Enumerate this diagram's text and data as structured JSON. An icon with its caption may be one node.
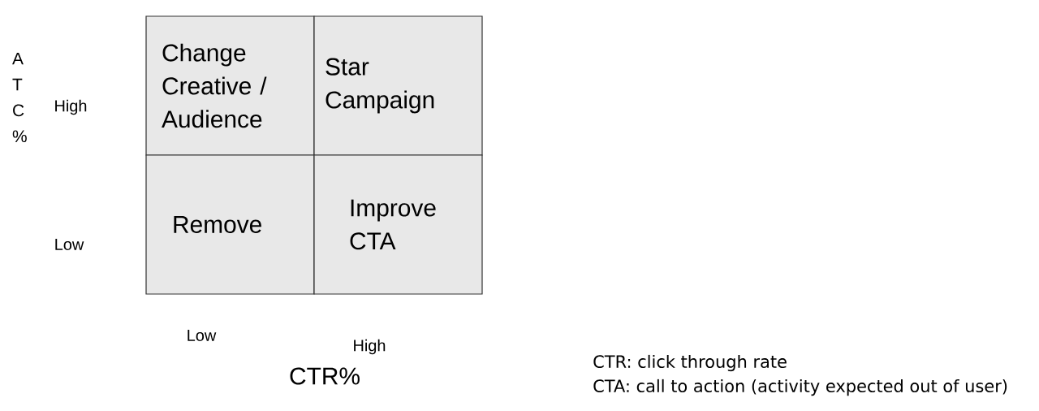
{
  "diagram": {
    "nodes": [
      {
        "text": [
          "Change Creative / Audience"
        ]
      },
      {
        "text": [
          "Star Campaign"
        ]
      },
      {
        "text": [
          "Remove"
        ]
      },
      {
        "text": [
          "Improve CTA"
        ]
      }
    ],
    "labels": [
      "A T C %",
      "High",
      "Low",
      "Low",
      "High",
      "CTR%",
      "CTR: click through rate",
      "CTA: call to action (activity expected out of user)"
    ]
  }
}
